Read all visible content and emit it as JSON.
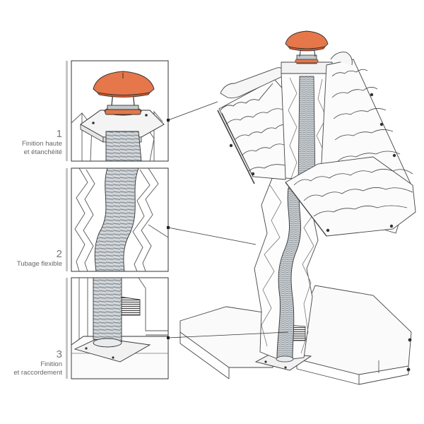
{
  "steps": [
    {
      "number": "1",
      "label_line1": "Finition haute",
      "label_line2": "et étanchéité"
    },
    {
      "number": "2",
      "label_line1": "Tubage flexible",
      "label_line2": ""
    },
    {
      "number": "3",
      "label_line1": "Finition",
      "label_line2": "et raccordement"
    }
  ],
  "colors": {
    "cap": "#e5774a",
    "cap_shade": "#c9582d",
    "cap_ring": "#f2a07c",
    "line": "#333333",
    "tube": "#bcc2c6",
    "tube_dark": "#8e969b",
    "panel_bar": "#c6c6c6"
  }
}
